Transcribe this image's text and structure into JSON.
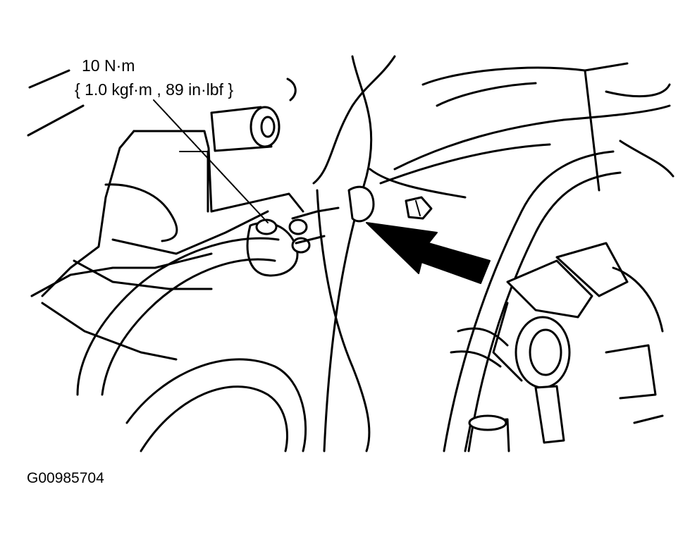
{
  "callout": {
    "torque_value": "10 N·m",
    "torque_alt": "{ 1.0 kgf·m , 89 in·lbf }"
  },
  "figure_id": "G00985704",
  "icons": [
    "pointer-arrow-icon"
  ],
  "colors": {
    "line": "#000000",
    "background": "#ffffff"
  }
}
